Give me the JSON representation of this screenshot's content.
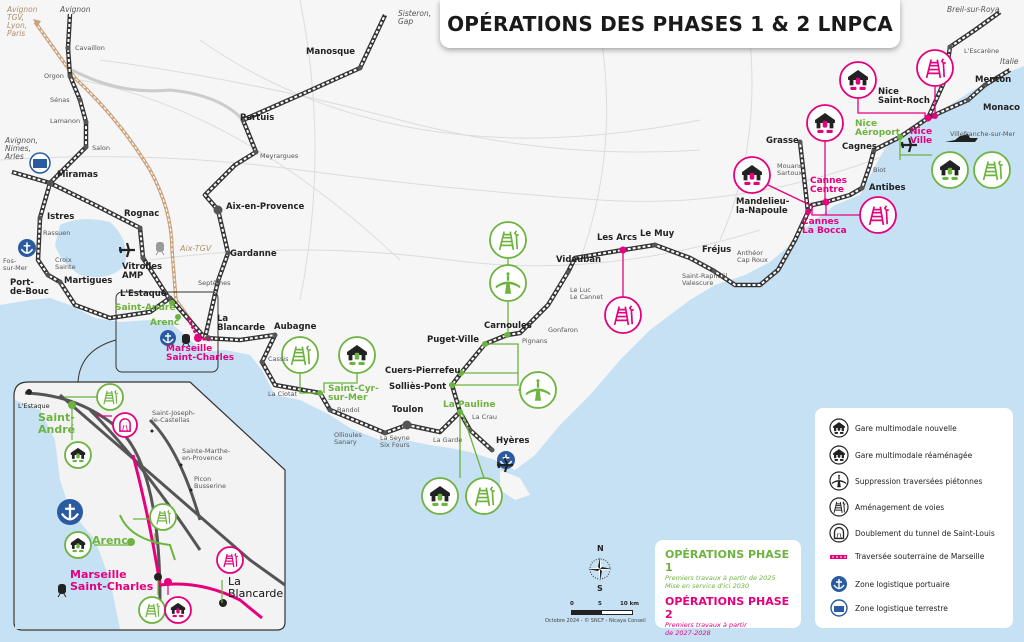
{
  "title": "OPÉRATIONS DES PHASES 1 & 2 LNPCA",
  "colors": {
    "phase1": "#6cb33f",
    "phase2": "#e5007e",
    "sea": "#c6e1f4",
    "land": "#f6f6f6",
    "port": "#2a5aa0",
    "tgv": "#c9a17c"
  },
  "labels": {
    "dest": [
      "Avignon",
      "Sisteron,\nGap",
      "Breil-sur-Roya",
      "Italie",
      "Avignon,\nNimes,\nArles"
    ],
    "destb": [
      "Avignon\nTGV,\nLyon,\nParis"
    ],
    "major": [
      "Manosque",
      "Pertuis",
      "Aix-en-Provence",
      "Miramas",
      "Istres",
      "Rognac",
      "Vitrolles\nAMP",
      "Gardanne",
      "Port-\nde-Bouc",
      "Martigues",
      "L'Estaque",
      "La\nBlancarde",
      "Aubagne",
      "Puget-Ville",
      "Carnoules",
      "Cuers-Pierrefeu",
      "Solliès-Pont",
      "Toulon",
      "Hyères",
      "Vidauban",
      "Les Arcs",
      "Le Muy",
      "Fréjus",
      "Mandelieu-\nla-Napoule",
      "Grasse",
      "Cagnes",
      "Antibes",
      "Nice\nSaint-Roch",
      "Menton",
      "Monaco"
    ],
    "minor": [
      "Cavaillon",
      "Orgon",
      "Sénas",
      "Lamanon",
      "Salon",
      "Meyrargues",
      "Rassuen",
      "Croix\nSainte",
      "Fos-\nsur-Mer",
      "Septèmes",
      "Cassis",
      "La Ciotat",
      "Bandol",
      "Ollioules\nSanary",
      "La Seyne\nSix Fours",
      "La Garde",
      "La Crau",
      "Pignans",
      "Gonfaron",
      "Le Luc\nLe Cannet",
      "Saint-Raphaël\nValescure",
      "Anthéor\nCap Roux",
      "Mouans-\nSartoux",
      "Biot",
      "Villefranche-sur-Mer",
      "L'Escarène"
    ],
    "green": [
      "Saint-André",
      "Arenc",
      "Saint-Cyr-\nsur-Mer",
      "La Pauline",
      "Nice\nAéroport"
    ],
    "mag": [
      "Marseille\nSaint-Charles",
      "Cannes\nCentre",
      "Cannes\nLa Bocca",
      "Nice\nVille"
    ],
    "brown": [
      "Aix-TGV"
    ],
    "inset_minor": [
      "L'Estaque",
      "Saint-Joseph-\nle-Castellas",
      "Sainte-Marthe-\nen-Provence",
      "Picon\nBusserine"
    ],
    "inset_green": [
      "Saint-\nAndré",
      "Arenc"
    ],
    "inset_mag": [
      "Marseille\nSaint-Charles"
    ],
    "inset_major": [
      "La\nBlancarde"
    ]
  },
  "legend": {
    "items": [
      {
        "icon": "new-multimodal-station-icon",
        "label": "Gare multimodale nouvelle"
      },
      {
        "icon": "renovated-multimodal-station-icon",
        "label": "Gare multimodale réaménagée"
      },
      {
        "icon": "pedestrian-crossing-removal-icon",
        "label": "Suppression traversées piétonnes"
      },
      {
        "icon": "track-works-icon",
        "label": "Aménagement de voies"
      },
      {
        "icon": "tunnel-icon",
        "label": "Doublement du tunnel de Saint-Louis"
      },
      {
        "icon": "underground-crossing-line-icon",
        "label": "Traversée souterraine de Marseille"
      },
      {
        "icon": "anchor-icon",
        "label": "Zone logistique portuaire"
      },
      {
        "icon": "container-icon",
        "label": "Zone logistique terrestre"
      }
    ]
  },
  "phases": {
    "phase1": {
      "title": "OPÉRATIONS PHASE 1",
      "sub": "Premiers travaux à partir de 2025\nMise en service d'ici 2030"
    },
    "phase2": {
      "title": "OPÉRATIONS PHASE 2",
      "sub": "Premiers travaux à partir\nde 2027-2028"
    }
  },
  "compass": {
    "north": "N",
    "south": "S"
  },
  "scale": {
    "ticks": [
      "0",
      "5",
      "10 km"
    ]
  },
  "credits": "Octobre 2024 - © SNCF - Nicaya Conseil"
}
